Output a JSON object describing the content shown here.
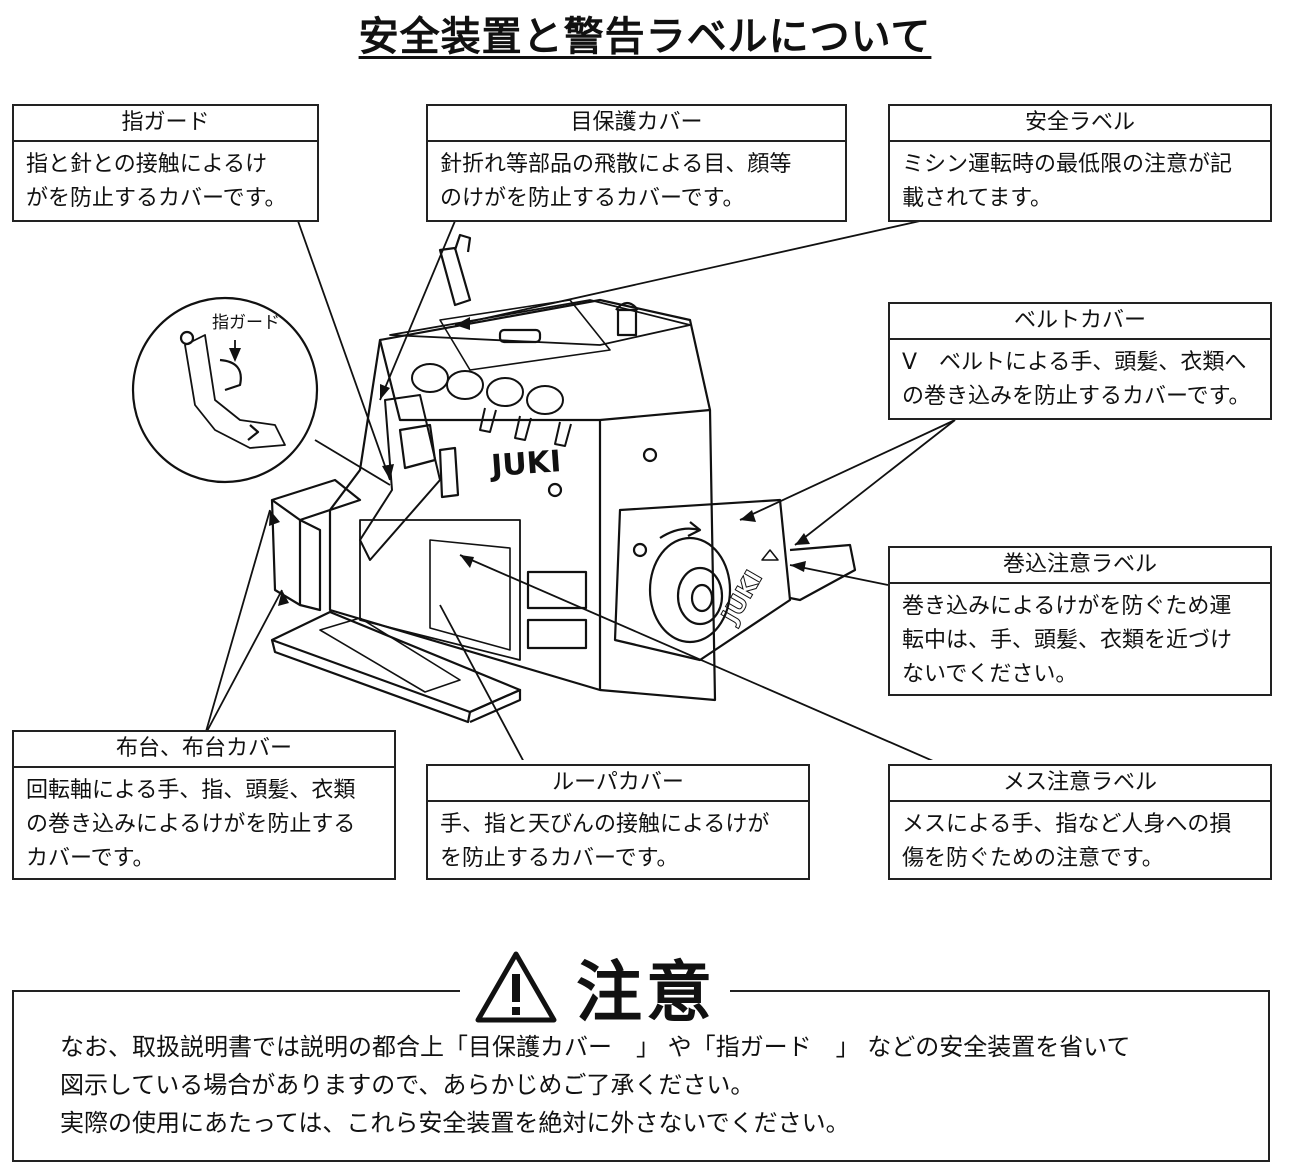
{
  "title": "安全装置と警告ラベルについて",
  "labels": {
    "finger_guard": {
      "title": "指ガード",
      "body": "指と針との接触によるけ\nがを防止するカバーです。"
    },
    "eye_guard": {
      "title": "目保護カバー",
      "body": "針折れ等部品の飛散による目、顔等\nのけがを防止するカバーです。"
    },
    "safety_label": {
      "title": "安全ラベル",
      "body": "ミシン運転時の最低限の注意が記\n載されてます。"
    },
    "belt_cover": {
      "title": "ベルトカバー",
      "body": "V　ベルトによる手、頭髪、衣類へ\nの巻き込みを防止するカバーです。"
    },
    "winding_label": {
      "title": "巻込注意ラベル",
      "body": "巻き込みによるけがを防ぐため運\n転中は、手、頭髪、衣類を近づけ\nないでください。"
    },
    "bed_cover": {
      "title": "布台、布台カバー",
      "body": "回転軸による手、指、頭髪、衣類\nの巻き込みによるけがを防止する\nカバーです。"
    },
    "looper_cover": {
      "title": "ルーパカバー",
      "body": "手、指と天びんの接触によるけが\nを防止するカバーです。"
    },
    "knife_label": {
      "title": "メス注意ラベル",
      "body": "メスによる手、指など人身への損\n傷を防ぐための注意です。"
    }
  },
  "illustration": {
    "inset_label": "指ガード",
    "brand_front": "JUKI",
    "brand_pulley": "JUKI"
  },
  "caution": {
    "heading": "注意",
    "lines": [
      "なお、取扱説明書では説明の都合上「目保護カバー　」 や「指ガード　」 などの安全装置を省いて",
      "図示している場合がありますので、あらかじめご了承ください。",
      "実際の使用にあたっては、これら安全装置を絶対に外さないでください。"
    ]
  }
}
